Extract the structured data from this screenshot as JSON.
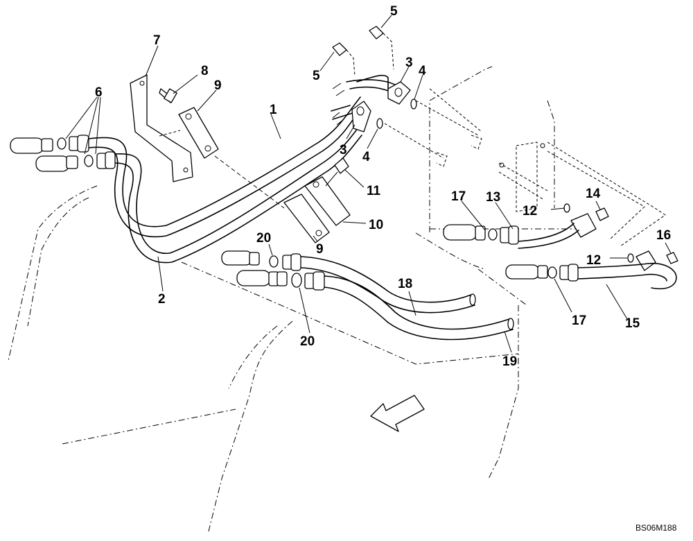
{
  "diagram": {
    "callouts": {
      "c1": "1",
      "c2": "2",
      "c3a": "3",
      "c3b": "3",
      "c4a": "4",
      "c4b": "4",
      "c5a": "5",
      "c5b": "5",
      "c6": "6",
      "c7": "7",
      "c8": "8",
      "c9a": "9",
      "c9b": "9",
      "c10": "10",
      "c11": "11",
      "c12a": "12",
      "c12b": "12",
      "c13": "13",
      "c14": "14",
      "c15": "15",
      "c16": "16",
      "c17a": "17",
      "c17b": "17",
      "c18": "18",
      "c19": "19",
      "c20a": "20",
      "c20b": "20"
    },
    "reference_code": "BS06M188"
  }
}
